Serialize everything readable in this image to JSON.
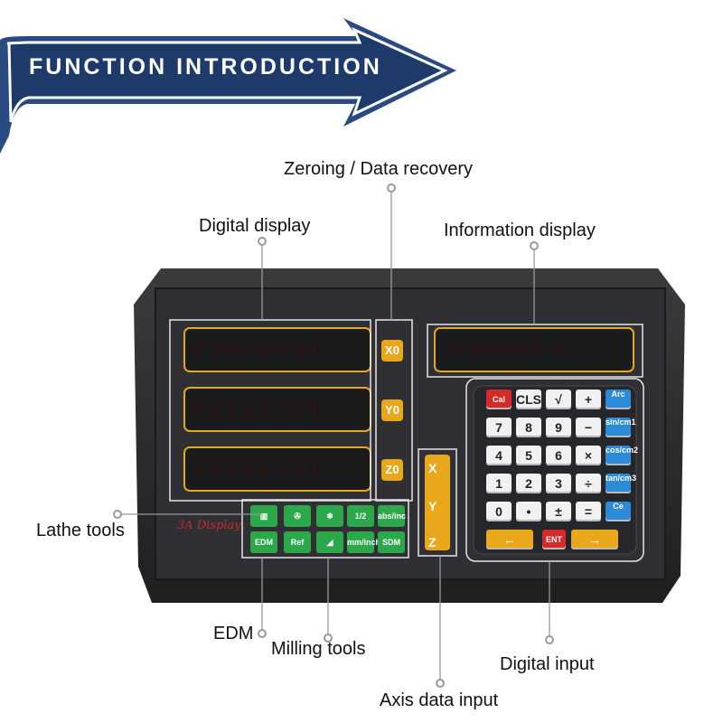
{
  "banner": {
    "title": "FUNCTION INTRODUCTION"
  },
  "callouts": {
    "zeroing": "Zeroing / Data recovery",
    "digital_display": "Digital display",
    "information_display": "Information display",
    "lathe_tools": "Lathe tools",
    "edm": "EDM",
    "milling_tools": "Milling  tools",
    "digital_input": "Digital input",
    "axis_data_input": "Axis data input"
  },
  "device": {
    "brand": "3A Display",
    "axis_buttons": [
      "X0",
      "Y0",
      "Z0"
    ],
    "axis_select": [
      "X",
      "Y",
      "Z"
    ],
    "segment_text": "88888888",
    "info_text": "8888888",
    "function_keys": [
      "EDM",
      "Ref",
      "1/2",
      "mm/inch",
      "abs/inc",
      "SDM"
    ],
    "keypad": [
      [
        "Cal",
        "CLS",
        "√",
        "+",
        "Arc"
      ],
      [
        "7",
        "8",
        "9",
        "−",
        "sin/cm1"
      ],
      [
        "4",
        "5",
        "6",
        "×",
        "cos/cm2"
      ],
      [
        "1",
        "2",
        "3",
        "÷",
        "tan/cm3"
      ],
      [
        "0",
        "•",
        "±",
        "=",
        "Ce"
      ],
      [
        "←",
        "ENT",
        "→"
      ]
    ]
  },
  "colors": {
    "banner": "#1e3a6b",
    "panel": "#2b2b2e",
    "accent": "#e9a81c",
    "green": "#2ca84a",
    "blue": "#2d8ad6"
  }
}
